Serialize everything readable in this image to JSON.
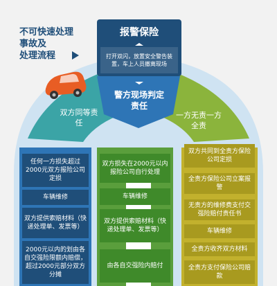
{
  "title": {
    "line1": "不可快速处理",
    "line2": "事故及",
    "line3": "处理流程"
  },
  "top": {
    "heading": "报警保险",
    "instruction": "打开双闪，放置安全警告装置，车上人员撤离现场"
  },
  "hub": "警方现场判定责任",
  "branches": {
    "left": "双方同等责任",
    "right": "一方无责一方全责"
  },
  "left_column": [
    "任何一方损失超过2000元双方报险公司定损",
    "车辆维修",
    "双方提供索赔材料（快递处理单、发票等）",
    "2000元以内的划由各自交强险限额内赔偿，超过2000元部分双方分摊"
  ],
  "middle_column": [
    "双方损失在2000元以内报险公司自行处理",
    "车辆维修",
    "双方提供索赔材料（快递处理单、发票等）",
    "由各自交强险内赔付"
  ],
  "right_column": [
    "双方共同到全责方保险公司定损",
    "全责方保险公司立案报警",
    "无责方的维修费支付交强险赔付责任书",
    "车辆维修",
    "全责方收齐双方材料",
    "全责方支付保险公司赔款"
  ],
  "colors": {
    "navy": "#1f4e79",
    "blue": "#2e75b6",
    "teal": "#3ba4a6",
    "green": "#5a9e3c",
    "lime": "#8bb43c",
    "olive": "#c2b12d",
    "gold": "#d6b21f",
    "car": "#e85d24"
  }
}
